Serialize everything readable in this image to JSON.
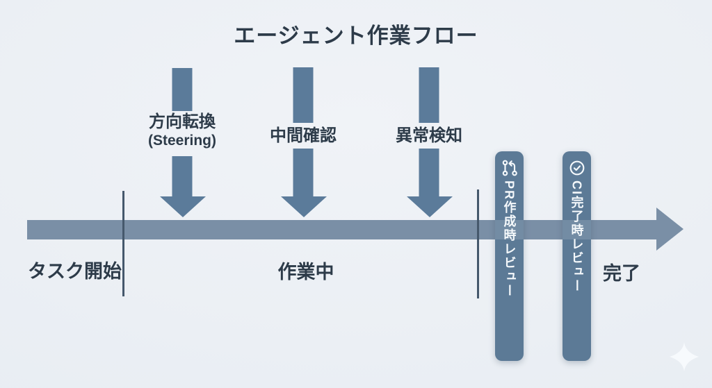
{
  "title": "エージェント作業フロー",
  "colors": {
    "ink": "#2d3b49",
    "arrow": "#5b7b9a",
    "bar": "#7a8fa6",
    "pill": "#5c7a96",
    "tick": "#45586c",
    "pillText": "#f4f8fb",
    "sparkle": "#fbfdff"
  },
  "events": [
    {
      "label": "方向転換",
      "sublabel": "(Steering)"
    },
    {
      "label": "中間確認"
    },
    {
      "label": "異常検知"
    }
  ],
  "timeline": {
    "start_label": "タスク開始",
    "middle_label": "作業中",
    "end_label": "完了"
  },
  "reviews": [
    {
      "icon": "pull-request-icon",
      "label": "PR作成時レビュー"
    },
    {
      "icon": "check-circle-icon",
      "label": "CI完了時レビュー"
    }
  ]
}
